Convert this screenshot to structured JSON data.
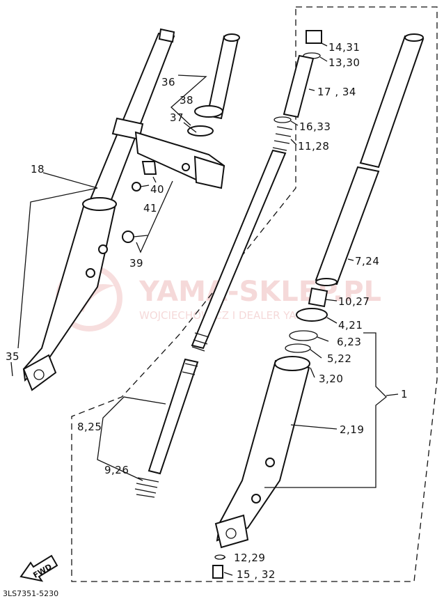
{
  "labels": {
    "l1": "1",
    "l2_19": "2,19",
    "l3_20": "3,20",
    "l4_21": "4,21",
    "l5_22": "5,22",
    "l6_23": "6,23",
    "l7_24": "7,24",
    "l8_25": "8,25",
    "l9_26": "9,26",
    "l10_27": "10,27",
    "l11_28": "11,28",
    "l12_29": "12,29",
    "l13_30": "13,30",
    "l14_31": "14,31",
    "l15_32": "15 , 32",
    "l16_33": "16,33",
    "l17_34": "17 , 34",
    "l18": "18",
    "l35": "35",
    "l36": "36",
    "l37": "37",
    "l38": "38",
    "l39": "39",
    "l40": "40",
    "l41": "41"
  },
  "diagram_code": "3LS7351-5230",
  "fwd_badge": "FWD",
  "watermark": {
    "brand": "YAMA-SKLEP.PL",
    "owner": "WOJCIECHOWICZ I DEALER YAMAHA"
  },
  "colors": {
    "ink": "#111111",
    "watermark": "#d96a6a",
    "background": "#ffffff"
  }
}
